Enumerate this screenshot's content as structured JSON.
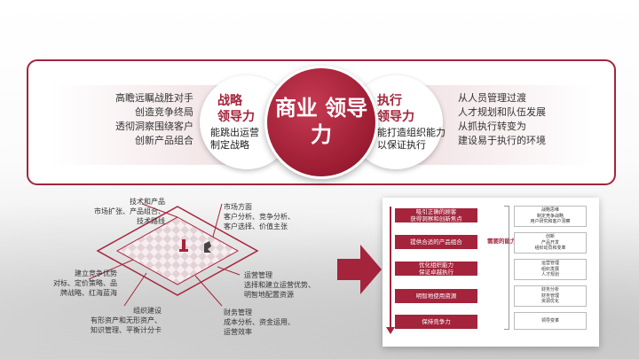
{
  "center_title": "商业\n领导力",
  "strategy": {
    "title": "战略\n领导力",
    "subtitle": "能跳出运营\n制定战略",
    "description": "高瞻远瞩战胜对手\n创造竞争终局\n透彻洞察围绕客户\n创新产品组合"
  },
  "execution": {
    "title": "执行\n领导力",
    "subtitle": "能打造组织能力\n以保证执行",
    "description": "从人员管理过渡\n人才规划和队伍发展\n从抓执行转变为\n建设易于执行的环境"
  },
  "diagram": {
    "labels": {
      "tech": "技术和产品\n市场扩张、产品组合、\n技术路线",
      "market": "市场方面\n客户分析、竞争分析、\n客户选择、价值主张",
      "compete": "建立竞争优势\n对标、定价策略、品\n牌战略、红海蓝海",
      "ops": "运营管理\n选择和建立运营优势、\n明智地配置资源",
      "org": "组织建设\n有形资产和无形资产、\n知识管理、平衡计分卡",
      "finance": "财务管理\n成本分析、资金运用、\n运营效率"
    }
  },
  "panel": {
    "bars": [
      "吸引正确的顾客\n获得洞察和创新焦点",
      "提供合适的产品组合",
      "优化组织能力\n保证卓越执行",
      "明智地使用资源",
      "保持竞争力"
    ],
    "notes": [
      "战略思维\n制定竞争战略\n用户研究和客户洞察",
      "创新\n产品开发\n组织动员和变革",
      "运营管理\n组织发展\n人才规划",
      "财务分析\n财务管理\n资源优化",
      "领导变革"
    ],
    "need_label": "需要的能力"
  },
  "colors": {
    "accent": "#a4243b",
    "accent_light": "#f1e2e4"
  }
}
